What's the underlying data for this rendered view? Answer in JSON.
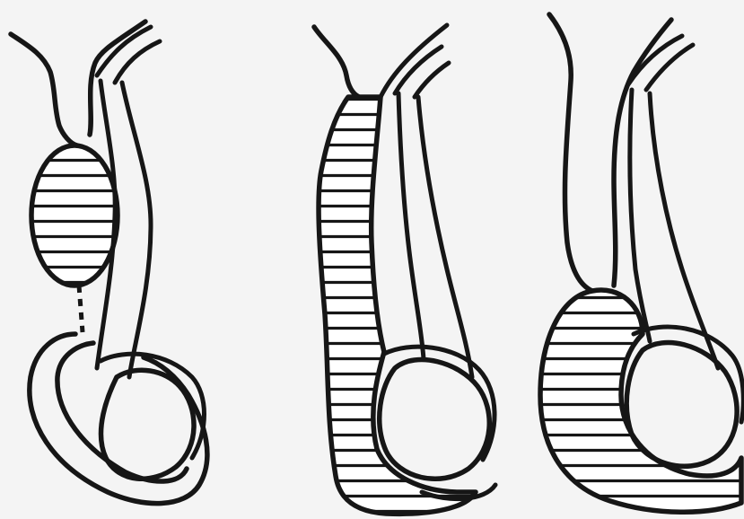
{
  "diagram": {
    "panel_count": 3,
    "colors": {
      "background": "#f4f4f4",
      "ink": "#161616"
    },
    "panels": [
      {
        "name": "encysted-fluid-collection-panel"
      },
      {
        "name": "continuous-fluid-channel-panel"
      },
      {
        "name": "fluid-around-testis-panel"
      }
    ]
  }
}
